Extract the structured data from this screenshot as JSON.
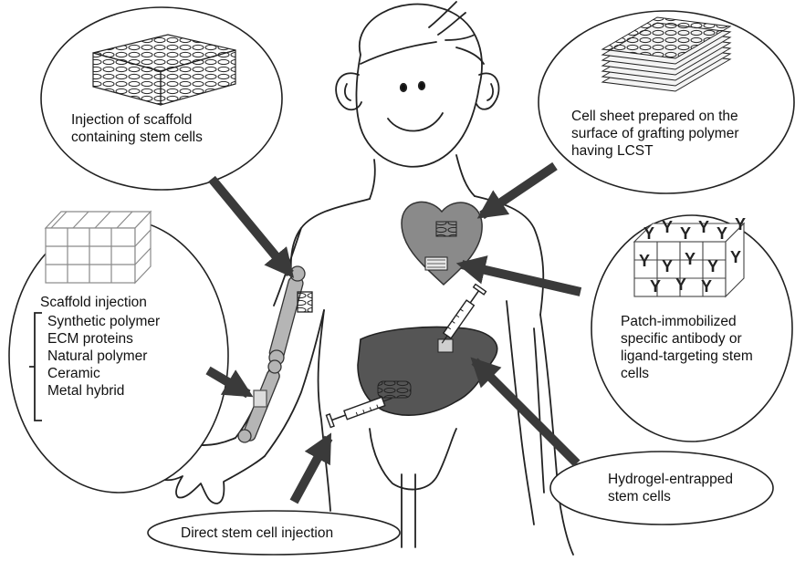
{
  "labels": {
    "injection_scaffold": [
      "Injection of scaffold",
      "containing stem cells"
    ],
    "cell_sheet": [
      "Cell sheet prepared on the",
      "surface of grafting polymer",
      "having LCST"
    ],
    "scaffold_injection": {
      "title": "Scaffold injection",
      "items": [
        "Synthetic polymer",
        "ECM proteins",
        "Natural polymer",
        "Ceramic",
        "Metal hybrid"
      ]
    },
    "patch_antibody": [
      "Patch-immobilized",
      "specific antibody or",
      "ligand-targeting stem",
      "cells"
    ],
    "hydrogel": [
      "Hydrogel-entrapped",
      "stem cells"
    ],
    "direct_injection": "Direct stem cell injection"
  },
  "colors": {
    "outline": "#222222",
    "arrow": "#3a3a3a",
    "heart": "#8a8a8a",
    "liver": "#555555",
    "bone": "#b5b5b5"
  },
  "icons": {
    "body": "human-figure",
    "heart": "heart-organ",
    "liver": "liver-organ",
    "syringe": "syringe-icon",
    "antibody": "antibody-y-icon"
  }
}
